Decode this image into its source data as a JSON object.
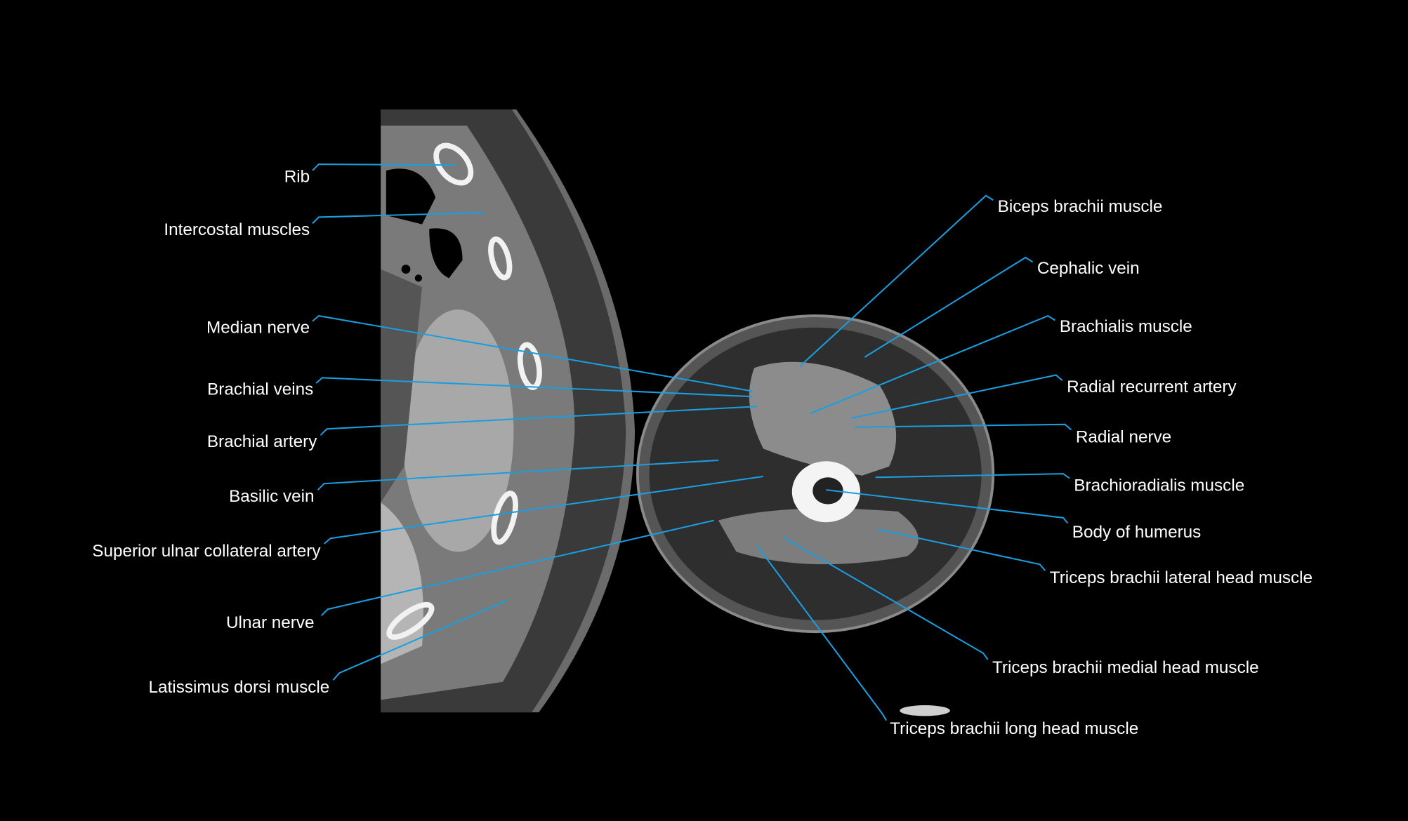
{
  "colors": {
    "background": "#000000",
    "leader_line": "#1a9ee0",
    "label_text": "#ffffff"
  },
  "labels_left": [
    {
      "text": "Rib"
    },
    {
      "text": "Intercostal muscles"
    },
    {
      "text": "Median nerve"
    },
    {
      "text": "Brachial veins"
    },
    {
      "text": "Brachial artery"
    },
    {
      "text": "Basilic vein"
    },
    {
      "text": "Superior ulnar collateral artery"
    },
    {
      "text": "Ulnar nerve"
    },
    {
      "text": "Latissimus dorsi muscle"
    }
  ],
  "labels_right": [
    {
      "text": "Biceps brachii muscle"
    },
    {
      "text": "Cephalic vein"
    },
    {
      "text": "Brachialis muscle"
    },
    {
      "text": "Radial recurrent artery"
    },
    {
      "text": "Radial nerve"
    },
    {
      "text": "Brachioradialis muscle"
    },
    {
      "text": "Body of humerus"
    },
    {
      "text": "Triceps brachii lateral head muscle"
    },
    {
      "text": "Triceps brachii medial head muscle"
    },
    {
      "text": "Triceps brachii long head muscle"
    }
  ]
}
